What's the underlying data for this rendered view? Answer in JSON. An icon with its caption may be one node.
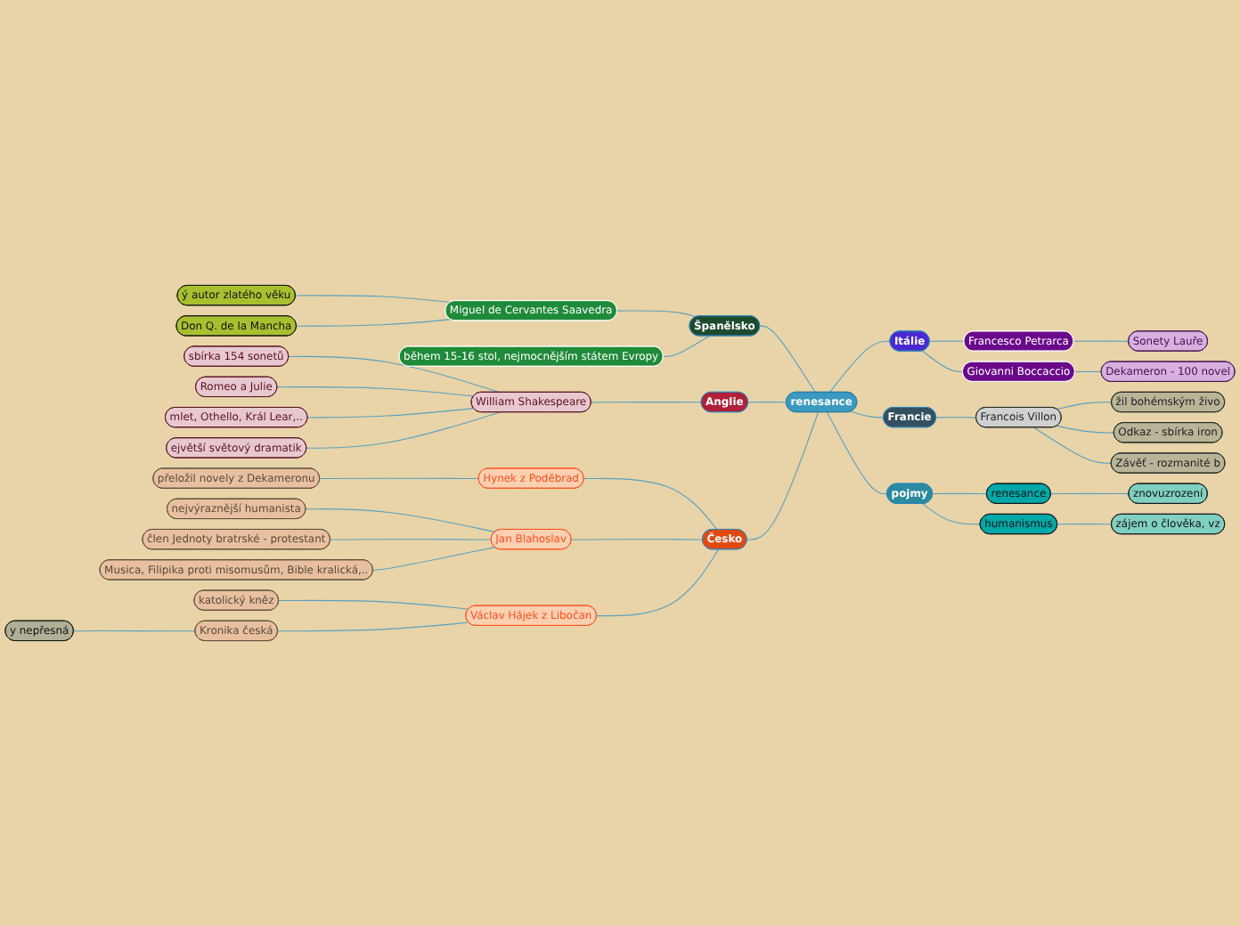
{
  "diagram": {
    "nodes": [
      {
        "text": [
          "renesance"
        ]
      },
      {
        "text": [
          "Španělsko"
        ]
      },
      {
        "text": [
          "Miguel de Cervantes Saavedra"
        ]
      },
      {
        "text": [
          "ý autor zlatého věku"
        ]
      },
      {
        "text": [
          "Don Q. de la Mancha"
        ]
      },
      {
        "text": [
          "během 15-16 stol, nejmocnějším státem Evropy"
        ]
      },
      {
        "text": [
          "Anglie"
        ]
      },
      {
        "text": [
          "William Shakespeare"
        ]
      },
      {
        "text": [
          "sbírka 154 sonetů"
        ]
      },
      {
        "text": [
          "Romeo a Julie"
        ]
      },
      {
        "text": [
          "mlet, Othello, Král Lear,.."
        ]
      },
      {
        "text": [
          "ejvětší světový dramatik"
        ]
      },
      {
        "text": [
          "Česko"
        ]
      },
      {
        "text": [
          "Hynek z Poděbrad"
        ]
      },
      {
        "text": [
          "přeložil novely z Dekameronu"
        ]
      },
      {
        "text": [
          "Jan Blahoslav"
        ]
      },
      {
        "text": [
          "nejvýraznější humanista"
        ]
      },
      {
        "text": [
          "člen Jednoty bratrské - protestant"
        ]
      },
      {
        "text": [
          "Musica, Filipika proti misomusům, Bible kralická,.."
        ]
      },
      {
        "text": [
          "Václav Hájek z Libočan"
        ]
      },
      {
        "text": [
          "katolický kněz"
        ]
      },
      {
        "text": [
          "Kronika česká"
        ]
      },
      {
        "text": [
          "y nepřesná"
        ]
      },
      {
        "text": [
          "Itálie"
        ]
      },
      {
        "text": [
          "Francesco Petrarca"
        ]
      },
      {
        "text": [
          "Sonety Lauře"
        ]
      },
      {
        "text": [
          "Giovanni Boccaccio"
        ]
      },
      {
        "text": [
          "Dekameron - 100 novel"
        ]
      },
      {
        "text": [
          "Francie"
        ]
      },
      {
        "text": [
          "Francois Villon"
        ]
      },
      {
        "text": [
          "žil bohémským živo"
        ]
      },
      {
        "text": [
          "Odkaz - sbírka iron"
        ]
      },
      {
        "text": [
          "Závěť - rozmanité b"
        ]
      },
      {
        "text": [
          "pojmy"
        ]
      },
      {
        "text": [
          "renesance"
        ]
      },
      {
        "text": [
          "znovuzrození"
        ]
      },
      {
        "text": [
          "humanismus"
        ]
      },
      {
        "text": [
          "zájem o člověka, vz"
        ]
      }
    ],
    "edges": [
      {
        "from": 1,
        "to": 0,
        "arrow": "none"
      },
      {
        "from": 2,
        "to": 1,
        "arrow": "none"
      },
      {
        "from": 3,
        "to": 2,
        "arrow": "none"
      },
      {
        "from": 4,
        "to": 2,
        "arrow": "none"
      },
      {
        "from": 5,
        "to": 1,
        "arrow": "none"
      },
      {
        "from": 6,
        "to": 0,
        "arrow": "none"
      },
      {
        "from": 7,
        "to": 6,
        "arrow": "none"
      },
      {
        "from": 8,
        "to": 7,
        "arrow": "none"
      },
      {
        "from": 9,
        "to": 7,
        "arrow": "none"
      },
      {
        "from": 10,
        "to": 7,
        "arrow": "none"
      },
      {
        "from": 11,
        "to": 7,
        "arrow": "none"
      },
      {
        "from": 12,
        "to": 0,
        "arrow": "none"
      },
      {
        "from": 13,
        "to": 12,
        "arrow": "none"
      },
      {
        "from": 14,
        "to": 13,
        "arrow": "none"
      },
      {
        "from": 15,
        "to": 12,
        "arrow": "none"
      },
      {
        "from": 16,
        "to": 15,
        "arrow": "none"
      },
      {
        "from": 17,
        "to": 15,
        "arrow": "none"
      },
      {
        "from": 18,
        "to": 15,
        "arrow": "none"
      },
      {
        "from": 19,
        "to": 12,
        "arrow": "none"
      },
      {
        "from": 20,
        "to": 19,
        "arrow": "none"
      },
      {
        "from": 21,
        "to": 19,
        "arrow": "none"
      },
      {
        "from": 22,
        "to": 21,
        "arrow": "none"
      },
      {
        "from": 0,
        "to": 23,
        "arrow": "none"
      },
      {
        "from": 23,
        "to": 24,
        "arrow": "none"
      },
      {
        "from": 24,
        "to": 25,
        "arrow": "none"
      },
      {
        "from": 23,
        "to": 26,
        "arrow": "none"
      },
      {
        "from": 26,
        "to": 27,
        "arrow": "none"
      },
      {
        "from": 0,
        "to": 28,
        "arrow": "none"
      },
      {
        "from": 28,
        "to": 29,
        "arrow": "none"
      },
      {
        "from": 29,
        "to": 30,
        "arrow": "none"
      },
      {
        "from": 29,
        "to": 31,
        "arrow": "none"
      },
      {
        "from": 29,
        "to": 32,
        "arrow": "none"
      },
      {
        "from": 0,
        "to": 33,
        "arrow": "none"
      },
      {
        "from": 33,
        "to": 34,
        "arrow": "none"
      },
      {
        "from": 34,
        "to": 35,
        "arrow": "none"
      },
      {
        "from": 33,
        "to": 36,
        "arrow": "none"
      },
      {
        "from": 36,
        "to": 37,
        "arrow": "none"
      }
    ]
  }
}
